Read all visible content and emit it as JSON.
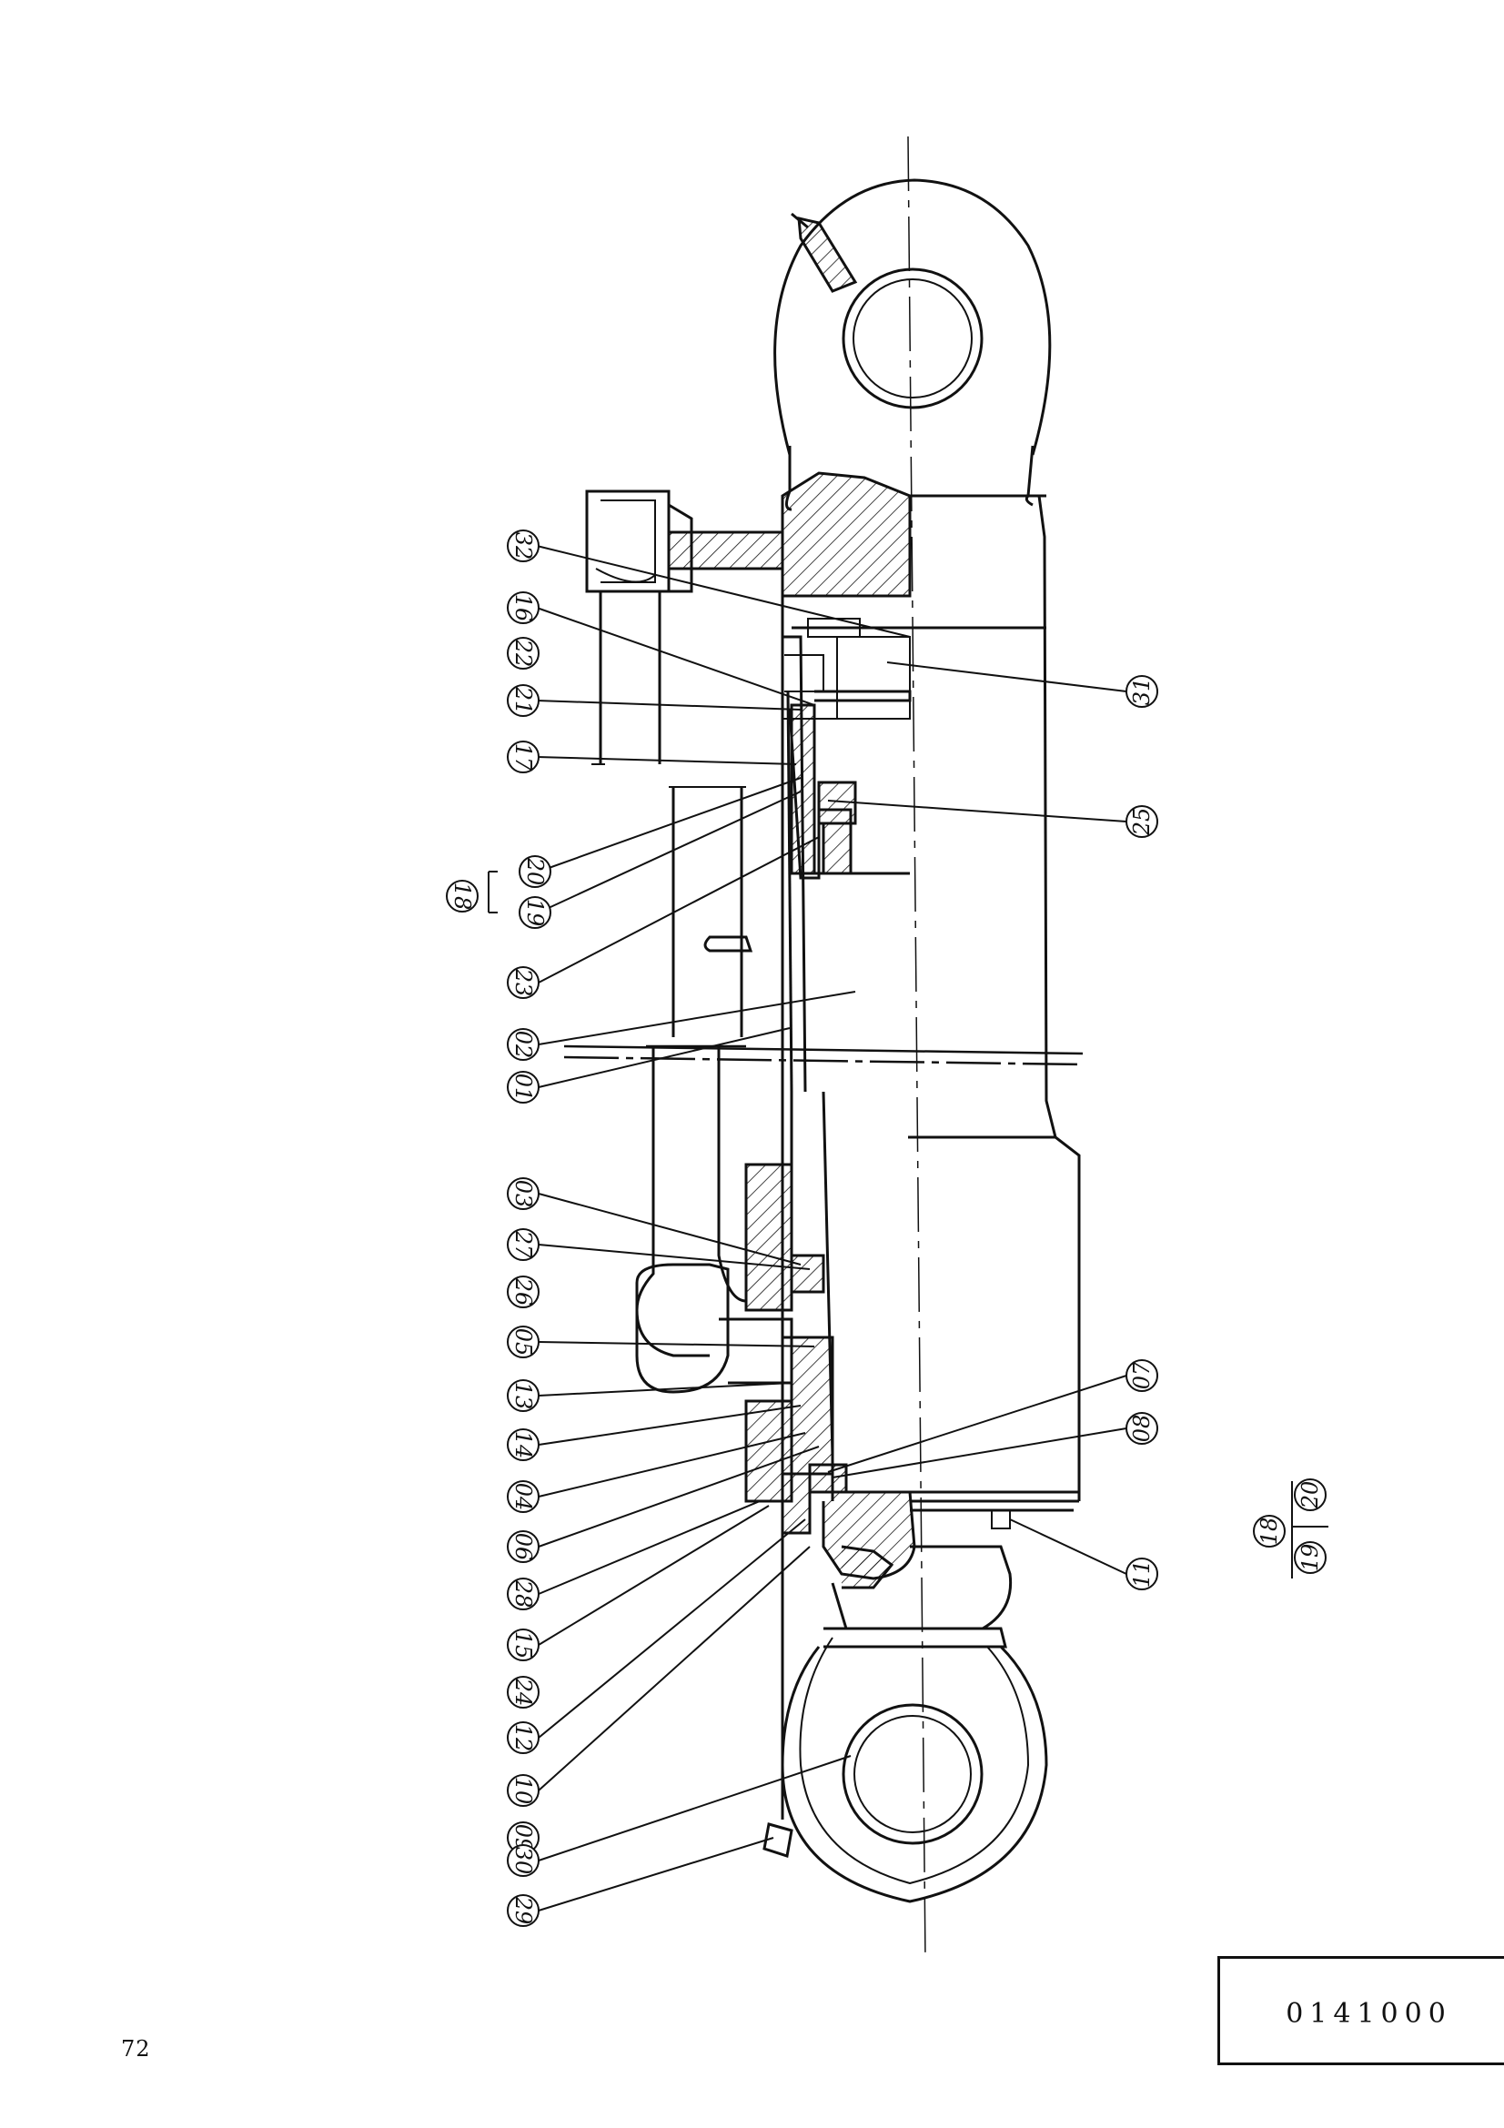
{
  "page_number": "72",
  "drawing_code": "0141000",
  "callouts_left": [
    "32",
    "16",
    "22",
    "21",
    "17",
    "20",
    "19",
    "23",
    "02",
    "01",
    "03",
    "27",
    "26",
    "05",
    "13",
    "14",
    "04",
    "06",
    "28",
    "15",
    "24",
    "12",
    "10",
    "09",
    "30",
    "29"
  ],
  "callouts_right": [
    "31",
    "25",
    "07",
    "08",
    "11"
  ],
  "group_label": "18",
  "legend": {
    "group": "18",
    "members": [
      "20",
      "19"
    ]
  }
}
